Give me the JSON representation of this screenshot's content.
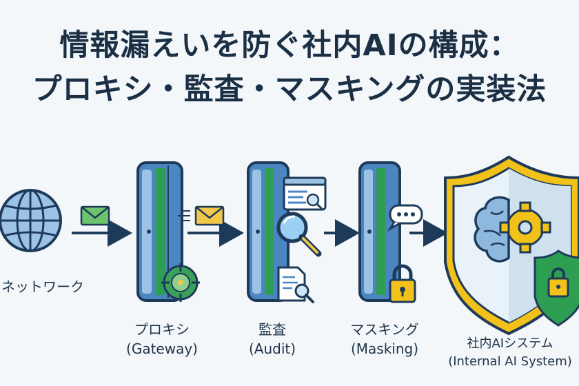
{
  "title": {
    "line1": "情報漏えいを防ぐ社内AIの構成：",
    "line2": "プロキシ・監査・マスキングの実装法"
  },
  "nodes": [
    {
      "id": "network",
      "label": "ネットワーク",
      "sublabel": ""
    },
    {
      "id": "proxy",
      "label": "プロキシ",
      "sublabel": "(Gateway)"
    },
    {
      "id": "audit",
      "label": "監査",
      "sublabel": "(Audit)"
    },
    {
      "id": "masking",
      "label": "マスキング",
      "sublabel": "(Masking)"
    },
    {
      "id": "internal-ai",
      "label": "社内AIシステム",
      "sublabel": "(Internal AI System)"
    }
  ],
  "colors": {
    "navy": "#1e3a5a",
    "server_blue": "#4b86c0",
    "server_light": "#9cc3e6",
    "accent_green": "#2e9e52",
    "envelope_green": "#6cc46e",
    "envelope_yellow": "#f2c84b",
    "shield_gold": "#f2c21b",
    "magnifier_blue": "#5ea5db"
  }
}
